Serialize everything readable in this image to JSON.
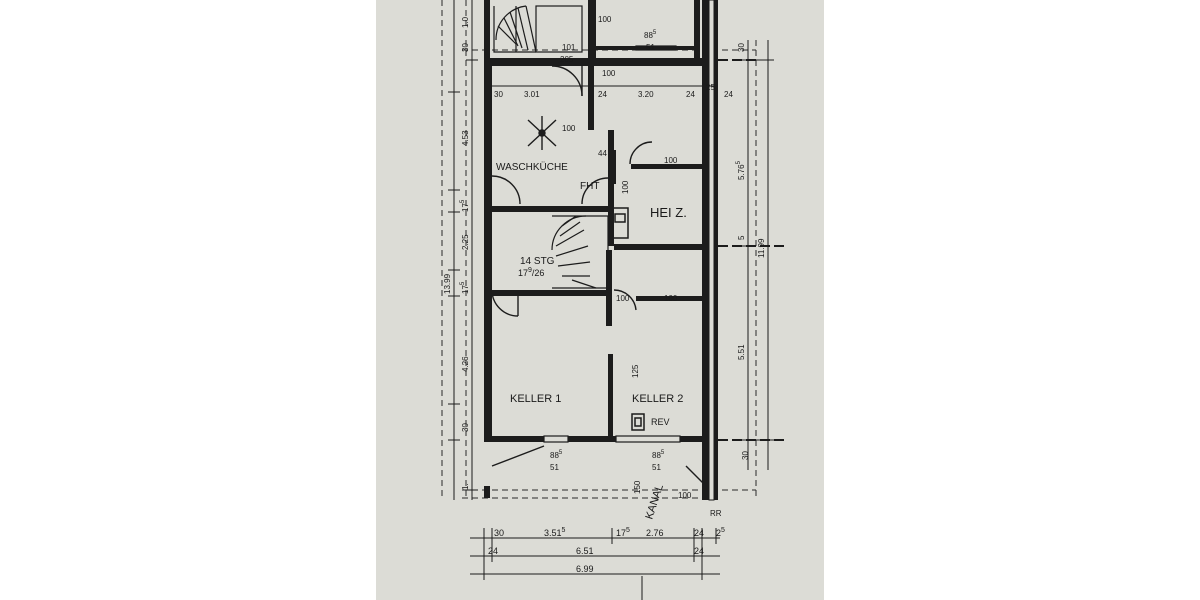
{
  "rooms": {
    "waschkueche": "WASCHKÜCHE",
    "fht": "FHT",
    "heiz": "HEI Z.",
    "stair_steps": "14 STG",
    "stair_ratio_base": "17",
    "stair_ratio_sup": "9",
    "stair_ratio_rest": "/26",
    "keller1": "KELLER 1",
    "keller2": "KELLER 2",
    "rev": "REV",
    "kanal": "KANAL",
    "rr": "RR"
  },
  "door_labels": {
    "top_stair": "100",
    "top_mid": "100",
    "wasch": "100",
    "heiz": "100",
    "fht": "100",
    "stair_low": "100",
    "keller2_door": "100",
    "kanal_door": "100",
    "keller_partition": "125",
    "kanal_width": "150"
  },
  "openings": {
    "top_101": "101",
    "top_205": "205",
    "top_window_a": "88",
    "top_window_a_sup": "5",
    "top_window_b": "51",
    "bottom_left_a": "88",
    "bottom_left_a_sup": "5",
    "bottom_left_b": "51",
    "bottom_right_a": "88",
    "bottom_right_a_sup": "5",
    "bottom_right_b": "51",
    "niche": "44"
  },
  "dims_top": {
    "d1": "30",
    "d2": "3.01",
    "d3": "24",
    "d4": "3.20",
    "d5": "24",
    "d6": "25",
    "d7": "24"
  },
  "dims_left": {
    "total": "13.99",
    "seg_a": "4.53",
    "seg_b": "17",
    "seg_b_sup": "5",
    "seg_c": "2.25",
    "seg_d": "17",
    "seg_d_sup": "5",
    "seg_e": "4.26",
    "seg_f": "30",
    "seg_top": "30",
    "seg_top2": "1.0",
    "seg_bottom": "1."
  },
  "dims_right": {
    "r1": "30",
    "r2": "5.76",
    "r2_sup": "5",
    "r3": "11.99",
    "r4": "5",
    "r5": "5.51",
    "r6": "30"
  },
  "dims_bottom": {
    "row1": [
      "30",
      "3.51",
      "17",
      "2.76",
      "24",
      "2"
    ],
    "row1_sups": [
      "5",
      "5",
      "5"
    ],
    "row2": [
      "24",
      "6.51",
      "24"
    ],
    "row3": "6.99"
  }
}
